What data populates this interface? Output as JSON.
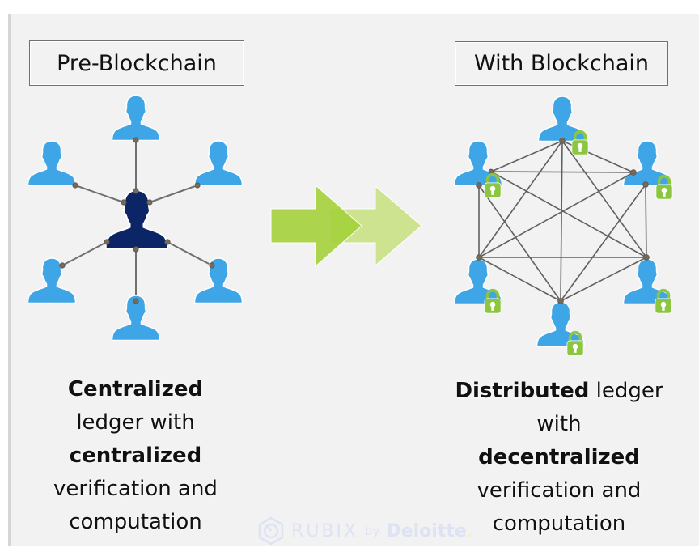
{
  "colors": {
    "background": "#f2f2f2",
    "person": "#3ea6e6",
    "central_person": "#0b2567",
    "connector": "#707070",
    "node_dot": "#7a6a55",
    "lock": "#8cc63f",
    "arrow_primary": "#a4d03a",
    "arrow_secondary": "#cde38f"
  },
  "left_panel": {
    "title": "Pre-Blockchain",
    "topology": "star",
    "peer_count": 6,
    "caption": [
      {
        "text": "Centralized",
        "bold": true
      },
      {
        "text": "ledger with",
        "bold": false
      },
      {
        "text": "centralized",
        "bold": true
      },
      {
        "text": "verification and",
        "bold": false
      },
      {
        "text": "computation",
        "bold": false
      }
    ]
  },
  "transition": {
    "icon": "double-right-arrow-icon"
  },
  "right_panel": {
    "title": "With Blockchain",
    "topology": "full-mesh",
    "peer_count": 6,
    "peer_badge": "lock-icon",
    "caption_line1_bold": "Distributed",
    "caption_line1_rest": " ledger",
    "caption": [
      {
        "text": "with",
        "bold": false
      },
      {
        "text": "decentralized",
        "bold": true
      },
      {
        "text": "verification and",
        "bold": false
      },
      {
        "text": "computation",
        "bold": false
      }
    ]
  },
  "watermark": {
    "name": "RUBIX",
    "by": "by",
    "brand": "Deloitte",
    "brand_dot": "."
  }
}
